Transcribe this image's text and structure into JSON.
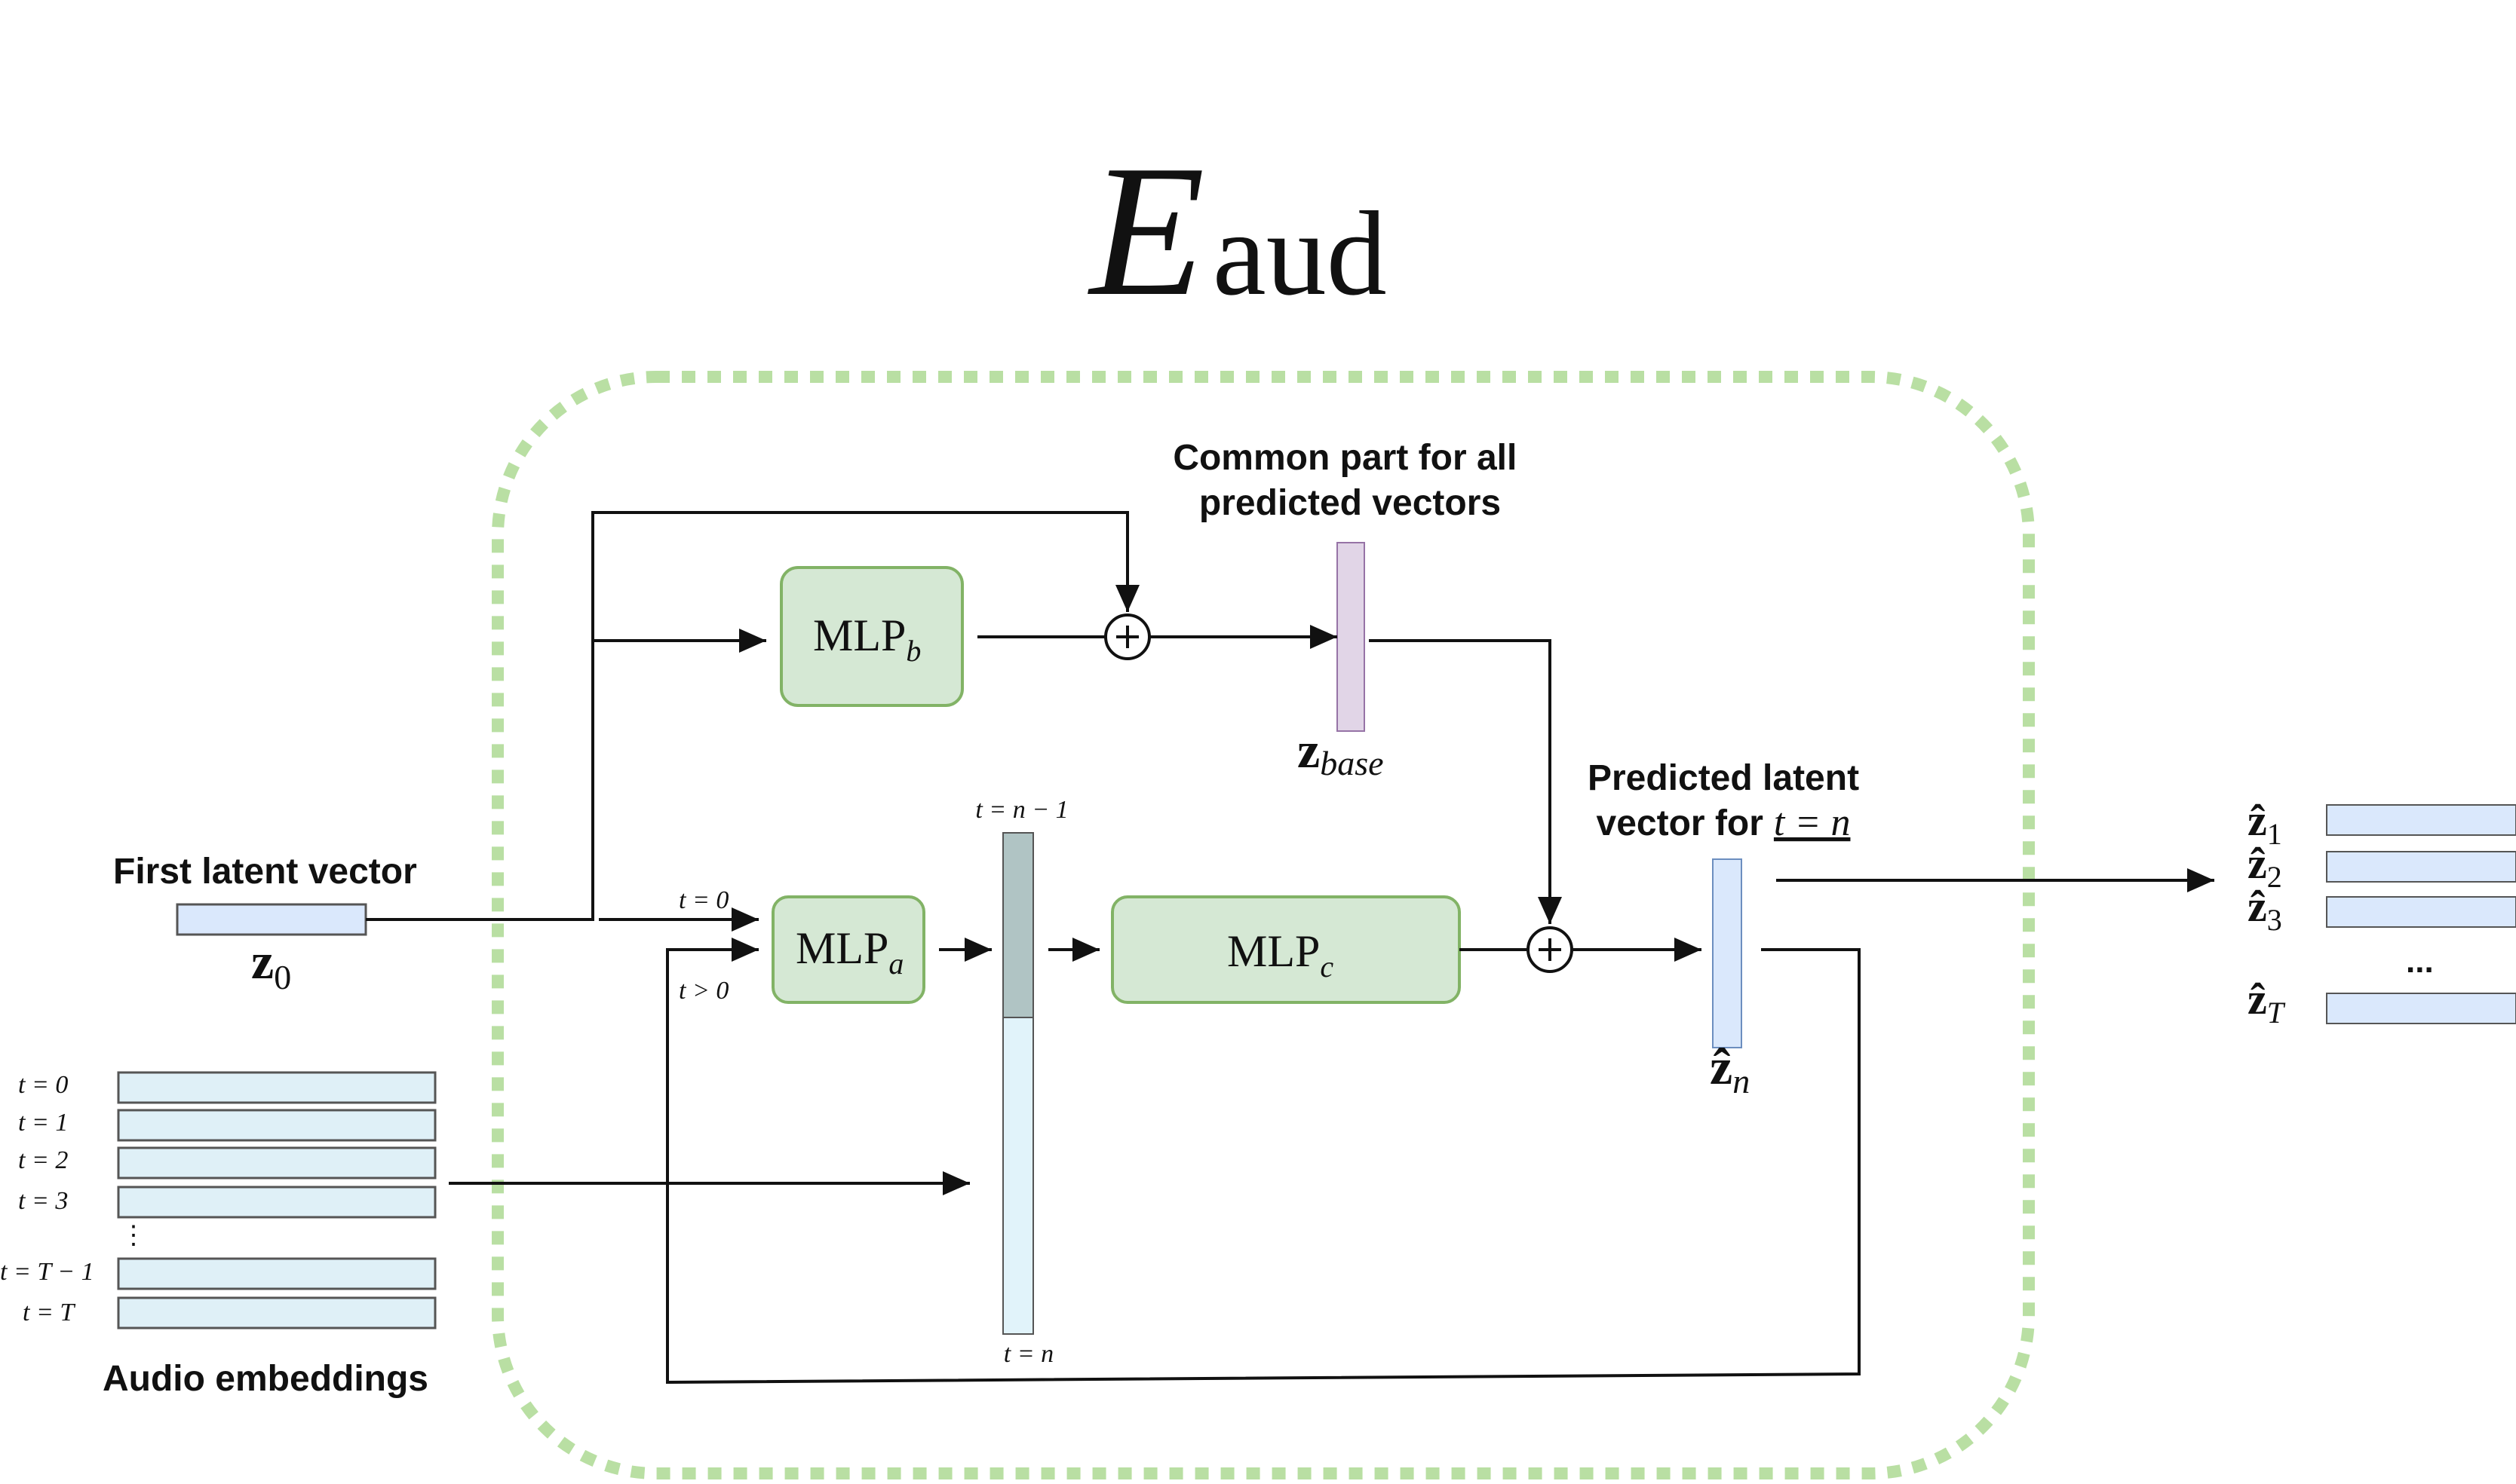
{
  "title": {
    "main": "E",
    "sub": "aud"
  },
  "common_label": {
    "line1": "Common part for all",
    "line2": "predicted vectors"
  },
  "predicted_label": {
    "line1": "Predicted latent",
    "line2": "vector for",
    "math": "t = n"
  },
  "first_label": "First latent vector",
  "audio_label": "Audio embeddings",
  "mlp_a": {
    "base": "MLP",
    "sub": "a"
  },
  "mlp_b": {
    "base": "MLP",
    "sub": "b"
  },
  "mlp_c": {
    "base": "MLP",
    "sub": "c"
  },
  "z0": {
    "base": "z",
    "sub": "0"
  },
  "zbase": {
    "base": "z",
    "sub": "base"
  },
  "zn": {
    "base": "ẑ",
    "sub": "n"
  },
  "t_labels": {
    "t0": "t = 0",
    "tgt0": "t > 0",
    "tn1": "t = n − 1",
    "tn": "t = n"
  },
  "audio_steps": [
    "t = 0",
    "t = 1",
    "t = 2",
    "t = 3",
    "⋮",
    "t = T − 1",
    "t = T"
  ],
  "outputs": [
    {
      "base": "ẑ",
      "sub": "1"
    },
    {
      "base": "ẑ",
      "sub": "2"
    },
    {
      "base": "ẑ",
      "sub": "3"
    },
    {
      "base": "ẑ",
      "sub": "T"
    }
  ],
  "outputs_dots": "...",
  "colors": {
    "dashed_border": "#b9dfa3",
    "mlp_fill": "#d5e8d4",
    "mlp_stroke": "#82b366",
    "latent_fill": "#dae8fc",
    "audio_fill": "#dff0f7",
    "base_fill": "#e1d5e7",
    "history_dark": "#b0c4c4",
    "history_light": "#e1f3fa"
  }
}
